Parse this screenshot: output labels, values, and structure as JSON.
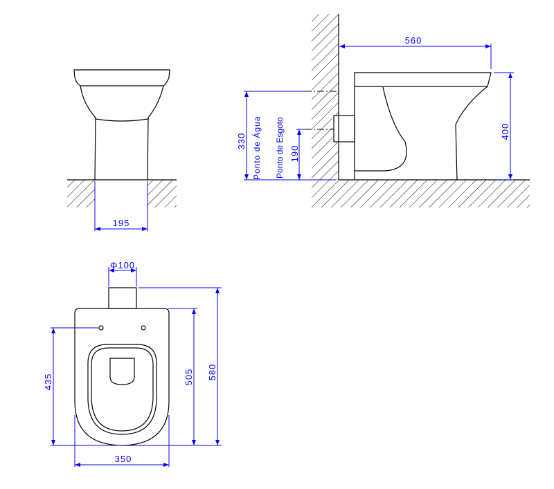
{
  "front_view": {
    "width_label": "195"
  },
  "side_view": {
    "depth_label": "560",
    "height_label": "400",
    "water_point_height": "330",
    "water_point_label": "Ponto de Água",
    "sewer_point_height": "190",
    "sewer_point_label": "Ponto de Esgoto"
  },
  "top_view": {
    "outlet_diameter_label": "Φ100",
    "hole_distance_label": "435",
    "bowl_length_label": "505",
    "total_length_label": "580",
    "width_label": "350"
  },
  "colors": {
    "dimension": "#0000ff",
    "outline": "#000000"
  }
}
